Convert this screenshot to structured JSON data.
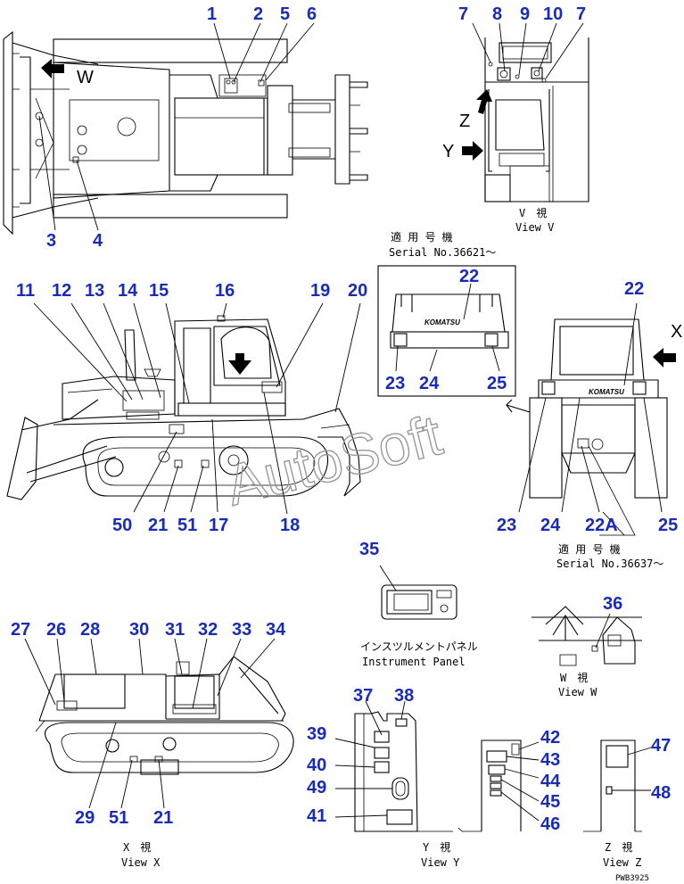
{
  "callouts": {
    "n1": "1",
    "n2": "2",
    "n3": "3",
    "n4": "4",
    "n5": "5",
    "n6": "6",
    "n7": "7",
    "n8": "8",
    "n9": "9",
    "n10": "10",
    "n11": "11",
    "n12": "12",
    "n13": "13",
    "n14": "14",
    "n15": "15",
    "n16": "16",
    "n17": "17",
    "n18": "18",
    "n19": "19",
    "n20": "20",
    "n21": "21",
    "n22": "22",
    "n22a": "22A",
    "n23": "23",
    "n24": "24",
    "n25": "25",
    "n26": "26",
    "n27": "27",
    "n28": "28",
    "n29": "29",
    "n30": "30",
    "n31": "31",
    "n32": "32",
    "n33": "33",
    "n34": "34",
    "n35": "35",
    "n36": "36",
    "n37": "37",
    "n38": "38",
    "n39": "39",
    "n40": "40",
    "n41": "41",
    "n42": "42",
    "n43": "43",
    "n44": "44",
    "n45": "45",
    "n46": "46",
    "n47": "47",
    "n48": "48",
    "n49": "49",
    "n50": "50",
    "n51": "51"
  },
  "view_letters": {
    "w": "W",
    "x": "X",
    "y": "Y",
    "z": "Z"
  },
  "captions": {
    "view_v_jp": "V　視",
    "view_v_en": "View V",
    "serial_a_jp": "適 用 号 機",
    "serial_a_en": "Serial No.36621～",
    "serial_b_jp": "適 用 号 機",
    "serial_b_en": "Serial No.36637～",
    "panel_jp": "インスツルメントパネル",
    "panel_en": "Instrument Panel",
    "view_w_jp": "W　視",
    "view_w_en": "View W",
    "view_x_jp": "X　視",
    "view_x_en": "View X",
    "view_y_jp": "Y　視",
    "view_y_en": "View Y",
    "view_z_jp": "Z　視",
    "view_z_en": "View Z",
    "drawing_code": "PWB3925"
  },
  "brand": {
    "a": "KOMATSU",
    "b": "KOMATSU"
  },
  "watermark": "AutoSoft",
  "colors": {
    "callout": "#1a2bb8",
    "line": "#000000",
    "watermark": "#999999"
  }
}
